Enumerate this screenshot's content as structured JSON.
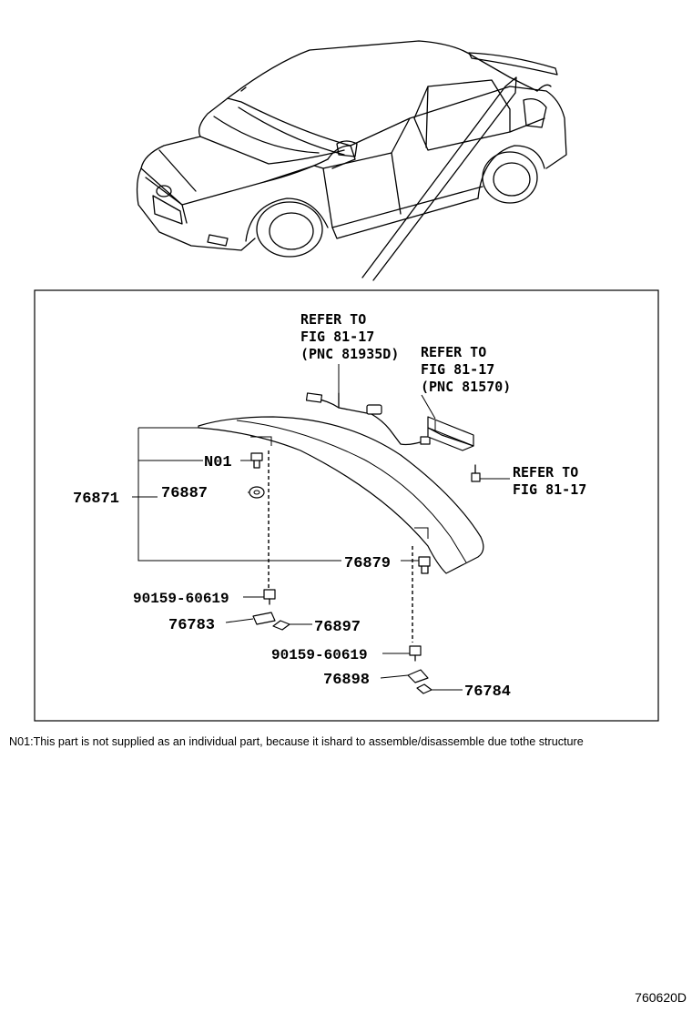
{
  "callouts": {
    "refer_1": [
      "REFER TO",
      "FIG 81-17",
      "(PNC 81935D)"
    ],
    "refer_2": [
      "REFER TO",
      "FIG 81-17",
      "(PNC 81570)"
    ],
    "refer_3": [
      "REFER TO",
      "FIG 81-17"
    ]
  },
  "parts": {
    "n01": "N01",
    "p76871": "76871",
    "p76887": "76887",
    "p76879": "76879",
    "p90159_a": "90159-60619",
    "p76783": "76783",
    "p76897": "76897",
    "p90159_b": "90159-60619",
    "p76898": "76898",
    "p76784": "76784"
  },
  "footnote": "N01:This part is not supplied as an individual part, because it ishard to assemble/disassemble due tothe structure",
  "figure_id": "760620D"
}
